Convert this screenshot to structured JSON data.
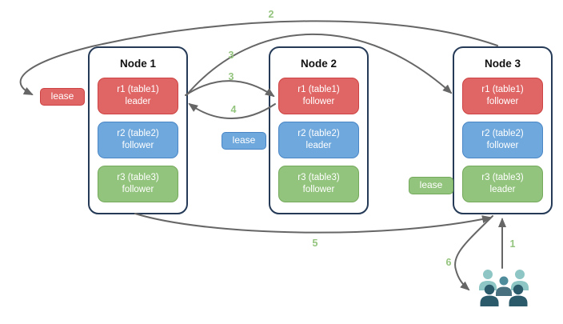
{
  "diagram": {
    "nodes": [
      {
        "title": "Node 1",
        "replicas": [
          {
            "name": "r1 (table1)",
            "role": "leader",
            "color": "#e06666"
          },
          {
            "name": "r2 (table2)",
            "role": "follower",
            "color": "#6fa8dc"
          },
          {
            "name": "r3 (table3)",
            "role": "follower",
            "color": "#93c47d"
          }
        ]
      },
      {
        "title": "Node 2",
        "replicas": [
          {
            "name": "r1 (table1)",
            "role": "follower",
            "color": "#e06666"
          },
          {
            "name": "r2 (table2)",
            "role": "leader",
            "color": "#6fa8dc"
          },
          {
            "name": "r3 (table3)",
            "role": "follower",
            "color": "#93c47d"
          }
        ]
      },
      {
        "title": "Node 3",
        "replicas": [
          {
            "name": "r1 (table1)",
            "role": "follower",
            "color": "#e06666"
          },
          {
            "name": "r2 (table2)",
            "role": "follower",
            "color": "#6fa8dc"
          },
          {
            "name": "r3 (table3)",
            "role": "leader",
            "color": "#93c47d"
          }
        ]
      }
    ],
    "leases": [
      {
        "label": "lease",
        "color": "#e06666",
        "near": "Node 1"
      },
      {
        "label": "lease",
        "color": "#6fa8dc",
        "near": "Node 2"
      },
      {
        "label": "lease",
        "color": "#93c47d",
        "near": "Node 3"
      }
    ],
    "step_labels": [
      "2",
      "3",
      "3",
      "4",
      "5",
      "1",
      "6"
    ],
    "icons": {
      "users": "users-group-icon"
    },
    "colors": {
      "replica_red": "#e06666",
      "replica_red_border": "#cd4242",
      "replica_blue": "#6fa8dc",
      "replica_blue_border": "#4a86c6",
      "replica_green": "#93c47d",
      "replica_green_border": "#74a95c",
      "node_border": "#253a57",
      "arrow": "#666666",
      "step_label": "#93c47d",
      "users_light": "#8dc6c4",
      "users_mid": "#4e8c9c",
      "users_mid_body": "#48707e",
      "users_dark": "#2b5a6b"
    }
  }
}
